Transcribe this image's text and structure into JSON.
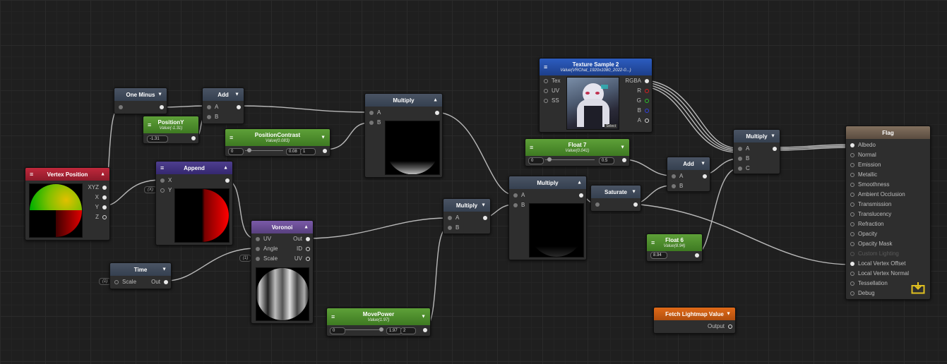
{
  "nodes": {
    "one_minus": {
      "title": "One Minus"
    },
    "add1": {
      "title": "Add",
      "inputs": [
        "A",
        "B"
      ]
    },
    "position_y": {
      "title": "PositionY",
      "subtitle": "Value(-1.31)",
      "value": "-1.31"
    },
    "position_contrast": {
      "title": "PositionContrast",
      "subtitle": "Value(0.083)",
      "min": "0",
      "current": "0.08",
      "max": "1"
    },
    "multiply1": {
      "title": "Multiply",
      "inputs": [
        "A",
        "B"
      ]
    },
    "texture_sample": {
      "title": "Texture Sample 2",
      "subtitle": "Value(VRChat_1920x1080_2022-0...)",
      "inputs": [
        "Tex",
        "UV",
        "SS"
      ],
      "outputs": [
        "RGBA",
        "R",
        "G",
        "B",
        "A"
      ],
      "select_label": "Select"
    },
    "vertex_position": {
      "title": "Vertex Position",
      "outputs": [
        "XYZ",
        "X",
        "Y",
        "Z"
      ]
    },
    "append": {
      "title": "Append",
      "inputs": [
        "X",
        "Y"
      ],
      "pill": "(X)"
    },
    "float7": {
      "title": "Float 7",
      "subtitle": "Value(0.041)",
      "min": "0",
      "max": "0.5"
    },
    "multiply3": {
      "title": "Multiply",
      "inputs": [
        "A",
        "B"
      ]
    },
    "saturate": {
      "title": "Saturate"
    },
    "add2": {
      "title": "Add",
      "inputs": [
        "A",
        "B"
      ]
    },
    "multiply4": {
      "title": "Multiply",
      "inputs": [
        "A",
        "B",
        "C"
      ]
    },
    "flag": {
      "title": "Flag",
      "inputs": [
        "Albedo",
        "Normal",
        "Emission",
        "Metallic",
        "Smoothness",
        "Ambient Occlusion",
        "Transmission",
        "Translucency",
        "Refraction",
        "Opacity",
        "Opacity Mask",
        "Custom Lighting",
        "Local Vertex Offset",
        "Local Vertex Normal",
        "Tessellation",
        "Debug"
      ]
    },
    "voronoi": {
      "title": "Voronoi",
      "inputs": [
        "UV",
        "Angle",
        "Scale"
      ],
      "outputs": [
        "Out",
        "ID",
        "UV"
      ],
      "pill": "(1)"
    },
    "time": {
      "title": "Time",
      "input": "Scale",
      "output": "Out",
      "pill": "(1)"
    },
    "multiply2": {
      "title": "Multiply",
      "inputs": [
        "A",
        "B"
      ]
    },
    "float6": {
      "title": "Float 6",
      "subtitle": "Value(8.94)",
      "value": "8.94"
    },
    "move_power": {
      "title": "MovePower",
      "subtitle": "Value(1.97)",
      "min": "0",
      "current": "1.97",
      "max": "2"
    },
    "fetch_lightmap": {
      "title": "Fetch Lightmap Value",
      "output": "Output"
    }
  },
  "colors": {
    "wire": "#b8b8b8",
    "header_gray": "#3e4858",
    "header_green": "#4e8e2e",
    "header_red": "#a82034",
    "header_purple": "#423480",
    "header_violet": "#6a4e96",
    "header_blue": "#2550a8",
    "header_orange": "#d05e14",
    "header_tan": "#6e5e50",
    "save_icon": "#e0c020"
  },
  "icons": {
    "menu": "hamburger-icon",
    "collapse": "triangle-icon",
    "save": "save-icon"
  }
}
